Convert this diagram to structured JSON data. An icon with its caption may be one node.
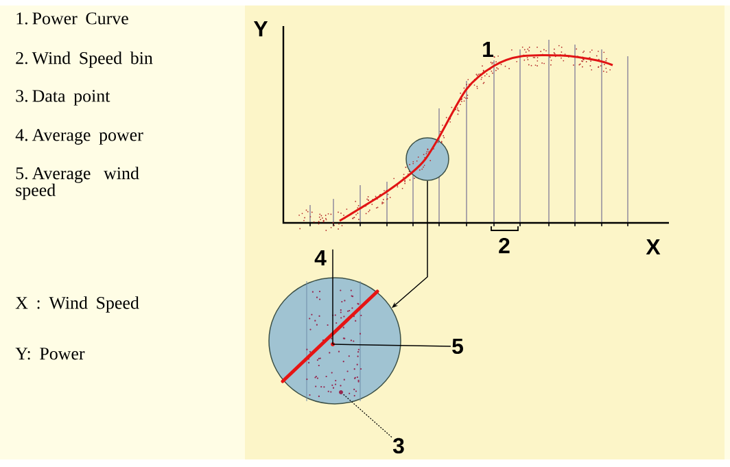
{
  "diagram": {
    "nodes": [
      {
        "text": [],
        "shape": "circle"
      },
      {
        "text": [],
        "shape": "circle"
      },
      {
        "text": [
          "4"
        ]
      },
      {
        "text": [
          "5"
        ]
      },
      {
        "text": [
          "3"
        ]
      },
      {
        "text": [],
        "shape": "circle",
        "in": 1
      },
      {
        "text": [],
        "shape": "circle",
        "in": 1
      }
    ],
    "edges": [
      {
        "from": 0,
        "to": 1,
        "arrow": "to"
      },
      {
        "from": 2,
        "to": 5,
        "arrow": "none"
      },
      {
        "from": 3,
        "to": 5,
        "arrow": "none"
      },
      {
        "from": 4,
        "to": 6,
        "arrow": "none",
        "style": "dashed"
      }
    ],
    "labels": [
      "1. Power Curve",
      "2. Wind Speed bin",
      "3. Data point",
      "4. Average power",
      "5. Average wind speed",
      "X : Wind Speed",
      "Y: Power",
      "Y",
      "1",
      "2",
      "X"
    ]
  }
}
